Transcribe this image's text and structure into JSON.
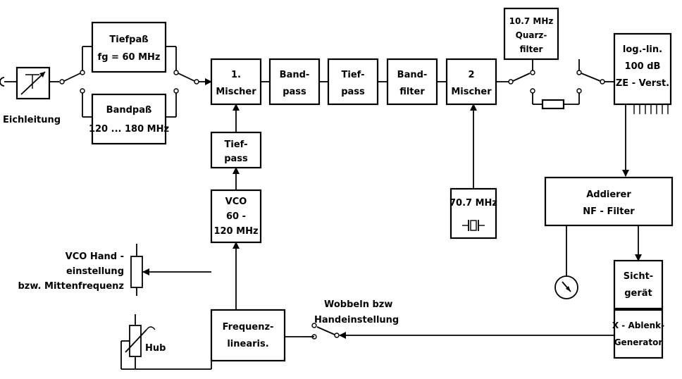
{
  "labels": {
    "eichleitung": "Eichleitung",
    "tiefpass_fg": [
      "Tiefpaß",
      "fg = 60 MHz"
    ],
    "bandpass_120": [
      "Bandpaß",
      "120 ... 180 MHz"
    ],
    "mischer1": [
      "1.",
      "Mischer"
    ],
    "bandpass": [
      "Band-",
      "pass"
    ],
    "tiefpass": [
      "Tief-",
      "pass"
    ],
    "bandfilter": [
      "Band-",
      "filter"
    ],
    "mischer2": [
      "2",
      "Mischer"
    ],
    "quarzfilter": [
      "10.7 MHz",
      "Quarz-",
      "filter"
    ],
    "zf_verst": [
      "log.-lin.",
      "100 dB",
      "ZE - Verst."
    ],
    "tiefpass_vco": [
      "Tief-",
      "pass"
    ],
    "vco": [
      "VCO",
      "60 -",
      "120 MHz"
    ],
    "osc_70": "70.7 MHz",
    "addierer": [
      "Addierer",
      "NF - Filter"
    ],
    "sichtgeraet": [
      "Sicht-",
      "gerät"
    ],
    "x_ablenk": [
      "X - Ablenk-",
      "Generator"
    ],
    "freq_linear": [
      "Frequenz-",
      "linearis."
    ],
    "vco_hand": [
      "VCO Hand -",
      "einstellung",
      "bzw. Mittenfrequenz"
    ],
    "hub": "Hub",
    "wobbeln": [
      "Wobbeln bzw",
      "Handeinstellung"
    ]
  }
}
